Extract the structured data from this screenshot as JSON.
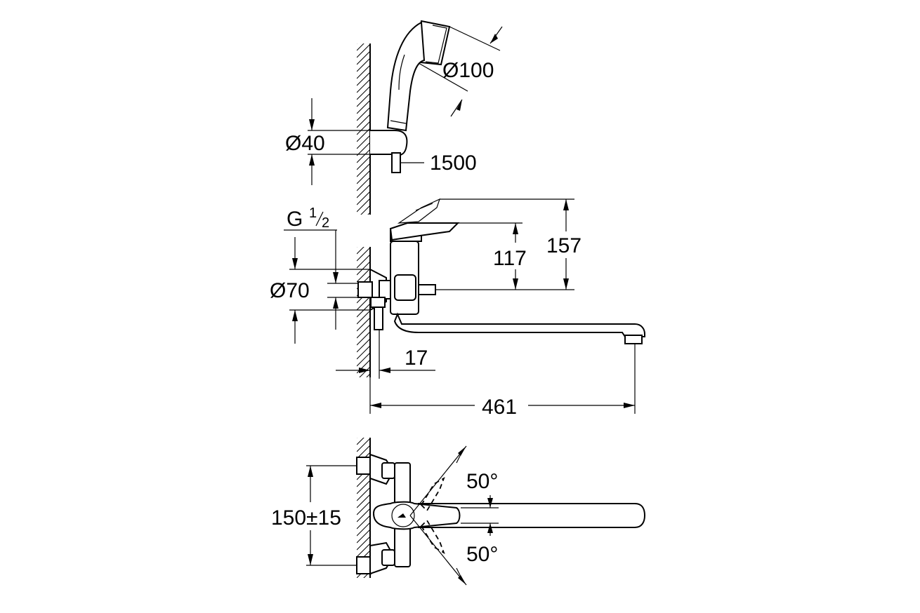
{
  "dimensions": {
    "handshower_diameter": "Ø100",
    "holder_diameter": "Ø40",
    "hose_length": "1500",
    "thread_G": "G",
    "thread_num": "1",
    "thread_den": "2",
    "rosette_diameter": "Ø70",
    "lever_height": "117",
    "open_lever_height": "157",
    "wall_offset": "17",
    "spout_reach": "461",
    "centres": "150±15",
    "angle_top": "50°",
    "angle_bottom": "50°"
  }
}
